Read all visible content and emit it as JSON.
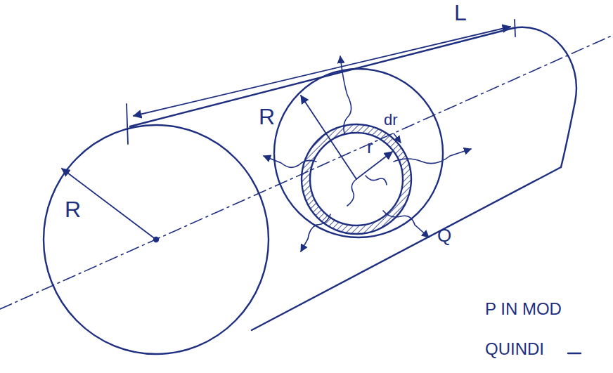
{
  "diagram": {
    "labels": [
      "L",
      "R",
      "R",
      "r",
      "dr",
      "Q",
      "P IN MOD",
      "QUINDI"
    ]
  }
}
